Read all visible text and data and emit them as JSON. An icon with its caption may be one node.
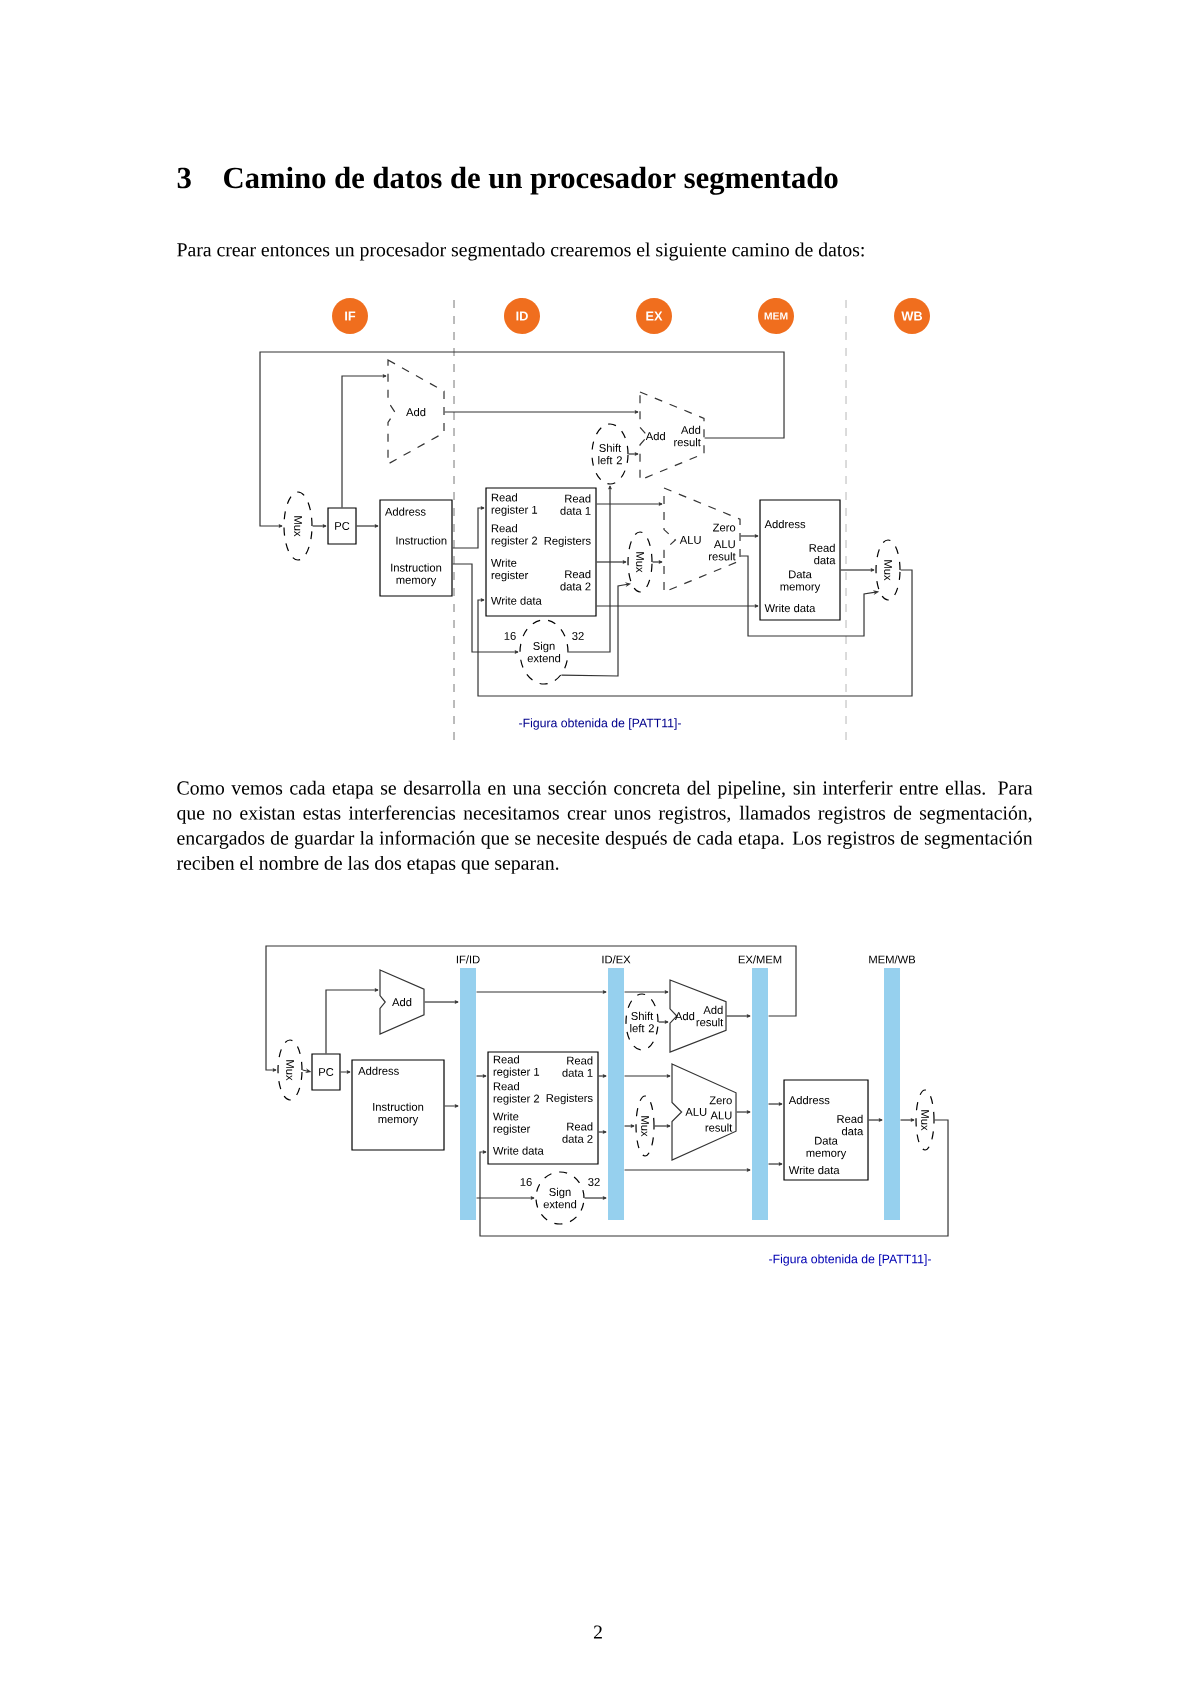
{
  "diagram": {
    "title": "Camino de datos de un procesador segmentado",
    "nodes": [
      {
        "text": [
          "IF"
        ]
      },
      {
        "text": [
          "ID"
        ]
      },
      {
        "text": [
          "EX"
        ]
      },
      {
        "text": [
          "MEM"
        ]
      },
      {
        "text": [
          "WB"
        ]
      },
      {
        "text": [
          "Add"
        ]
      },
      {
        "text": [
          "Mux"
        ]
      },
      {
        "text": [
          "PC"
        ]
      },
      {
        "text": [
          "Address",
          "Instruction",
          "Instruction memory"
        ]
      },
      {
        "text": [
          "Read register 1",
          "Read register 2",
          "Registers",
          "Write register",
          "Write data",
          "Read data 1",
          "Read data 2"
        ]
      },
      {
        "text": [
          "Shift left 2"
        ]
      },
      {
        "text": [
          "Add",
          "Add result"
        ]
      },
      {
        "text": [
          "Mux"
        ]
      },
      {
        "text": [
          "ALU",
          "Zero",
          "ALU result"
        ]
      },
      {
        "text": [
          "Address",
          "Read data",
          "Data memory",
          "Write data"
        ]
      },
      {
        "text": [
          "Mux"
        ]
      },
      {
        "text": [
          "Sign extend"
        ],
        "beside": [
          "16",
          "32"
        ]
      },
      {
        "text": [
          "IF/ID"
        ]
      },
      {
        "text": [
          "ID/EX"
        ]
      },
      {
        "text": [
          "EX/MEM"
        ]
      },
      {
        "text": [
          "MEM/WB"
        ]
      },
      {
        "text": [
          "Mux"
        ]
      },
      {
        "text": [
          "PC"
        ]
      },
      {
        "text": [
          "Add"
        ]
      },
      {
        "text": [
          "Address",
          "Instruction memory"
        ]
      },
      {
        "text": [
          "Read register 1",
          "Read register 2",
          "Registers",
          "Write register",
          "Write data",
          "Read data 1",
          "Read data 2"
        ]
      },
      {
        "text": [
          "Shift left 2"
        ]
      },
      {
        "text": [
          "Add",
          "Add result"
        ]
      },
      {
        "text": [
          "Mux"
        ]
      },
      {
        "text": [
          "ALU",
          "Zero",
          "ALU result"
        ]
      },
      {
        "text": [
          "Address",
          "Read data",
          "Data memory",
          "Write data"
        ]
      },
      {
        "text": [
          "Mux"
        ]
      },
      {
        "text": [
          "Sign extend"
        ],
        "beside": [
          "16",
          "32"
        ]
      }
    ],
    "edges": [
      {
        "from": 6,
        "to": 7,
        "arrow": "to"
      },
      {
        "from": 7,
        "to": 8,
        "arrow": "to"
      },
      {
        "from": 7,
        "to": 5,
        "arrow": "to"
      },
      {
        "from": 5,
        "to": 11,
        "arrow": "to"
      },
      {
        "from": 11,
        "to": 6,
        "arrow": "to"
      },
      {
        "from": 8,
        "to": 9,
        "arrow": "to"
      },
      {
        "from": 8,
        "to": 16,
        "arrow": "to"
      },
      {
        "from": 9,
        "to": 13,
        "arrow": "to"
      },
      {
        "from": 9,
        "to": 12,
        "arrow": "to"
      },
      {
        "from": 12,
        "to": 13,
        "arrow": "to"
      },
      {
        "from": 16,
        "to": 10,
        "arrow": "to"
      },
      {
        "from": 16,
        "to": 12,
        "arrow": "to"
      },
      {
        "from": 10,
        "to": 11,
        "arrow": "to"
      },
      {
        "from": 13,
        "to": 14,
        "arrow": "to"
      },
      {
        "from": 14,
        "to": 15,
        "arrow": "to"
      },
      {
        "from": 13,
        "to": 15,
        "arrow": "to"
      },
      {
        "from": 9,
        "to": 14,
        "arrow": "to"
      },
      {
        "from": 15,
        "to": 9,
        "arrow": "to"
      },
      {
        "from": 21,
        "to": 22,
        "arrow": "to"
      },
      {
        "from": 22,
        "to": 24,
        "arrow": "to"
      },
      {
        "from": 22,
        "to": 23,
        "arrow": "to"
      },
      {
        "from": 23,
        "to": 17,
        "arrow": "to"
      },
      {
        "from": 17,
        "to": 18,
        "arrow": "to"
      },
      {
        "from": 18,
        "to": 27,
        "arrow": "to"
      },
      {
        "from": 26,
        "to": 27,
        "arrow": "to"
      },
      {
        "from": 27,
        "to": 19,
        "arrow": "to"
      },
      {
        "from": 19,
        "to": 21,
        "arrow": "to"
      },
      {
        "from": 24,
        "to": 17,
        "arrow": "to"
      },
      {
        "from": 17,
        "to": 25,
        "arrow": "to"
      },
      {
        "from": 25,
        "to": 18,
        "arrow": "to"
      },
      {
        "from": 25,
        "to": 18,
        "arrow": "to"
      },
      {
        "from": 18,
        "to": 29,
        "arrow": "to"
      },
      {
        "from": 18,
        "to": 28,
        "arrow": "to"
      },
      {
        "from": 28,
        "to": 29,
        "arrow": "to"
      },
      {
        "from": 29,
        "to": 19,
        "arrow": "to"
      },
      {
        "from": 19,
        "to": 30,
        "arrow": "to"
      },
      {
        "from": 30,
        "to": 20,
        "arrow": "to"
      },
      {
        "from": 20,
        "to": 31,
        "arrow": "to"
      },
      {
        "from": 31,
        "to": 25,
        "arrow": "to"
      },
      {
        "from": 17,
        "to": 32,
        "arrow": "to"
      },
      {
        "from": 32,
        "to": 18,
        "arrow": "to"
      },
      {
        "from": 18,
        "to": 19,
        "arrow": "to"
      },
      {
        "from": 19,
        "to": 30,
        "arrow": "to"
      }
    ],
    "labels": [
      "3",
      "Para crear entonces un procesador segmentado crearemos el siguiente camino de datos:",
      "-Figura obtenida de [PATT11]-",
      "Como vemos cada etapa se desarrolla en una sección concreta del pipeline, sin interferir entre ellas. Para que no existan estas interferencias necesitamos crear unos registros, llamados registros de segmentación, encargados de guardar la información que se necesite después de cada etapa. Los registros de segmentación reciben el nombre de las dos etapas que separan.",
      "-Figura obtenida de [PATT11]-",
      "2"
    ]
  }
}
